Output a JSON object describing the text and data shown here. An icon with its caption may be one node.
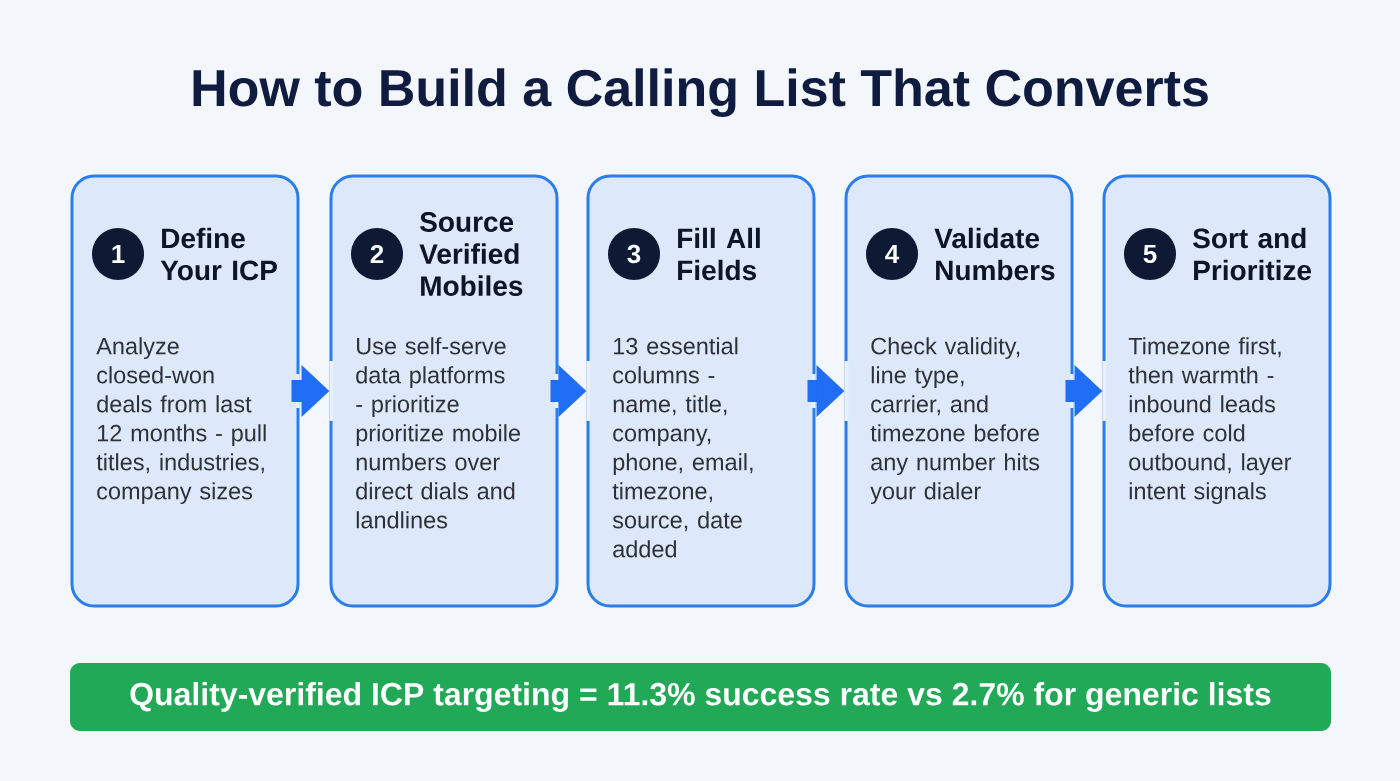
{
  "diagram": {
    "title": "How to Build a Calling List That Converts",
    "nodes": [
      {
        "text": [
          "Define Your ICP",
          "Analyze closed-won deals from last 12 months - pull titles, industries, company sizes"
        ]
      },
      {
        "text": [
          "1"
        ],
        "in": 0
      },
      {
        "text": [
          "Source Verified Mobiles",
          "Use self-serve data platforms - prioritize prioritize mobile numbers over direct dials and landlines"
        ]
      },
      {
        "text": [
          "2"
        ],
        "in": 2
      },
      {
        "text": [
          "Fill All Fields",
          "13 essential columns - name, title, company, phone, email, timezone, source, date added"
        ]
      },
      {
        "text": [
          "3"
        ],
        "in": 4
      },
      {
        "text": [
          "Validate Numbers",
          "Check validity, line type, carrier, and timezone before any number hits your dialer"
        ]
      },
      {
        "text": [
          "4"
        ],
        "in": 6
      },
      {
        "text": [
          "Sort and Prioritize",
          "Timezone first, then warmth - inbound leads before cold outbound, layer intent signals"
        ]
      },
      {
        "text": [
          "5"
        ],
        "in": 8
      },
      {
        "text": [
          "Quality-verified ICP targeting = 11.3% success rate vs 2.7% for generic lists"
        ]
      }
    ],
    "edges": [
      {
        "from": 0,
        "to": 2,
        "arrow": "to"
      },
      {
        "from": 2,
        "to": 4,
        "arrow": "to"
      },
      {
        "from": 4,
        "to": 6,
        "arrow": "to"
      },
      {
        "from": 6,
        "to": 8,
        "arrow": "to"
      }
    ]
  }
}
